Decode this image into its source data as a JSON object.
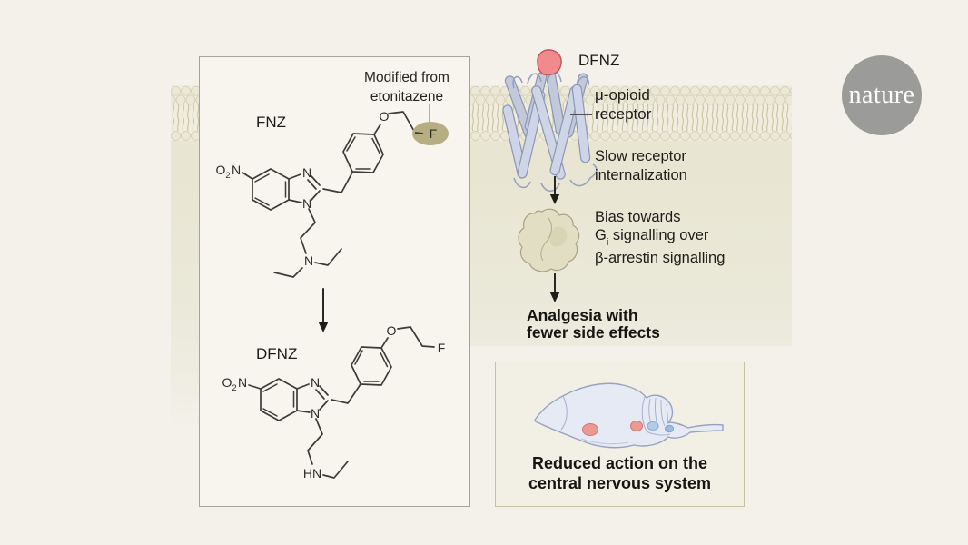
{
  "branding": {
    "logo_text": "nature"
  },
  "chem_panel": {
    "note_line1": "Modified from",
    "note_line2": "etonitazene",
    "fnz": "FNZ",
    "dfnz": "DFNZ",
    "atom_o": "O",
    "atom_sub2": "2",
    "atom_n": "N",
    "atom_f": "F",
    "atom_hn": "HN"
  },
  "pathway": {
    "ligand": "DFNZ",
    "receptor_line1": "μ-opioid",
    "receptor_line2": "receptor",
    "internalization_line1": "Slow receptor",
    "internalization_line2": "internalization",
    "bias_line1": "Bias towards",
    "bias_g": "G",
    "bias_g_sub": "i",
    "bias_line2_rest": " signalling over",
    "bias_line3": "β-arrestin signalling",
    "outcome_line1": "Analgesia with",
    "outcome_line2": "fewer side effects"
  },
  "cns": {
    "caption_line1": "Reduced action on the",
    "caption_line2": "central nervous system"
  },
  "colors": {
    "background": "#f3f1ea",
    "membrane_head": "#ebe8d8",
    "cytoplasm": "#e8e5d1",
    "panel": "#f7f5ee",
    "ligand_red": "#f08a8d",
    "receptor_blue": "#ced5e6",
    "fluorine_badge": "#b6ad83",
    "g_protein": "#e2dec4",
    "brain_blue": "#e6eaf4",
    "logo_gray": "#9b9b9a",
    "text": "#1f1f1c"
  }
}
